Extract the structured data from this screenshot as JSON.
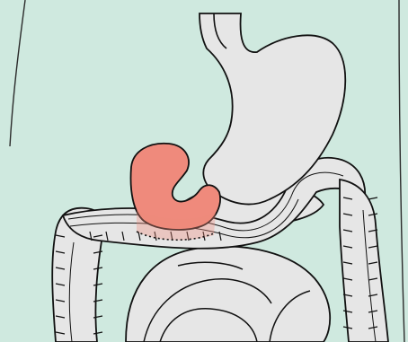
{
  "diagram": {
    "labels": [],
    "colors": {
      "background": "#cfe9df",
      "organ_fill": "#e6e6e6",
      "organ_stroke": "#111111",
      "highlight": "#ef8a7c",
      "highlight_overlay": "#ef8a7c",
      "body_outline": "#2b2b2b",
      "colon_band": "#ffffff"
    },
    "organs": [
      "esophagus",
      "stomach",
      "duodenum",
      "pancreas",
      "small-intestine",
      "transverse-colon",
      "ascending-colon",
      "descending-colon"
    ],
    "highlighted": "duodenum"
  }
}
